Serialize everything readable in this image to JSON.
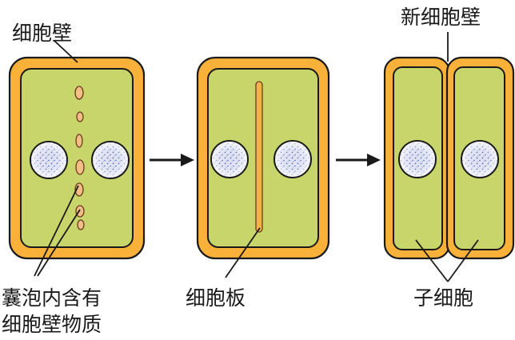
{
  "labels": {
    "cell_wall": "细胞壁",
    "new_cell_wall": "新细胞壁",
    "vesicles_line1": "囊泡内含有",
    "vesicles_line2": "细胞壁物质",
    "cell_plate": "细胞板",
    "daughter_cells": "子细胞"
  },
  "colors": {
    "wall": "#f9b13a",
    "cytoplasm": "#c8d56b",
    "vesicle": "#f2bd86",
    "nucleus": "#dde2f2",
    "chromatin": "#5a4fa8",
    "outline": "#1a1a1a"
  }
}
